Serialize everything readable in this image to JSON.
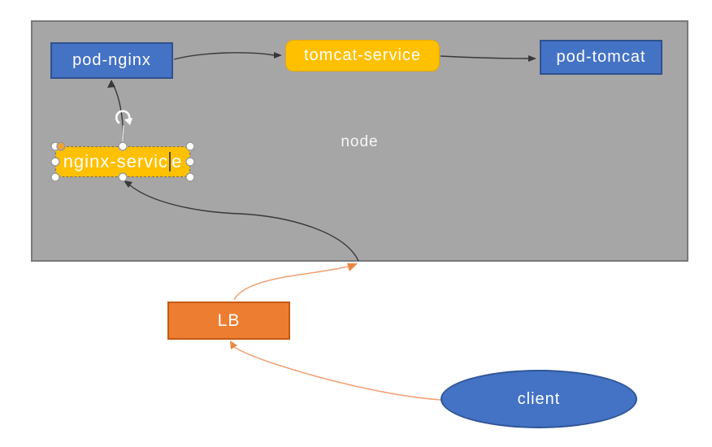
{
  "node_group": {
    "label": "node"
  },
  "shapes": {
    "pod_nginx": {
      "label": "pod-nginx",
      "fill": "#4472C4",
      "border": "#2F528F",
      "text_color": "#FFFFFF"
    },
    "tomcat_service": {
      "label": "tomcat-service",
      "fill": "#FFC000",
      "border": "#E2A900",
      "text_color": "#FFFFFF"
    },
    "pod_tomcat": {
      "label": "pod-tomcat",
      "fill": "#4472C4",
      "border": "#2F528F",
      "text_color": "#FFFFFF"
    },
    "nginx_service": {
      "label": "nginx-service",
      "text_before_caret": "nginx-servic",
      "text_after_caret": "e",
      "fill": "#FFC000",
      "selected": true,
      "editing": true
    },
    "lb": {
      "label": "LB",
      "fill": "#ED7D31",
      "border": "#C55A11",
      "text_color": "#FFFFFF"
    },
    "client": {
      "label": "client",
      "fill": "#4472C4",
      "border": "#2F5597",
      "text_color": "#FFFFFF"
    }
  },
  "selection": {
    "target": "nginx-service",
    "handle_fill": "#FFFFFF",
    "handle_stroke": "#9A9A9A",
    "special_handle_fill": "#E9A23B",
    "rotation_handle": true,
    "caret_visible": true
  },
  "edges": [
    {
      "from": "pod-nginx",
      "to": "tomcat-service",
      "color": "#383838"
    },
    {
      "from": "tomcat-service",
      "to": "pod-tomcat",
      "color": "#383838"
    },
    {
      "from": "nginx-service",
      "to": "pod-nginx",
      "color": "#383838"
    },
    {
      "from": "node-boundary",
      "to": "nginx-service",
      "color": "#383838"
    },
    {
      "from": "LB",
      "to": "node-boundary",
      "color": "#F0A073"
    },
    {
      "from": "client",
      "to": "LB",
      "color": "#F0A073"
    }
  ],
  "colors": {
    "edge_black": "#383838",
    "edge_orange": "#F0A073",
    "edge_orange_head": "#E98742",
    "node_fill": "#A6A6A6",
    "node_border": "#797979",
    "canvas_bg": "#FFFFFF"
  }
}
